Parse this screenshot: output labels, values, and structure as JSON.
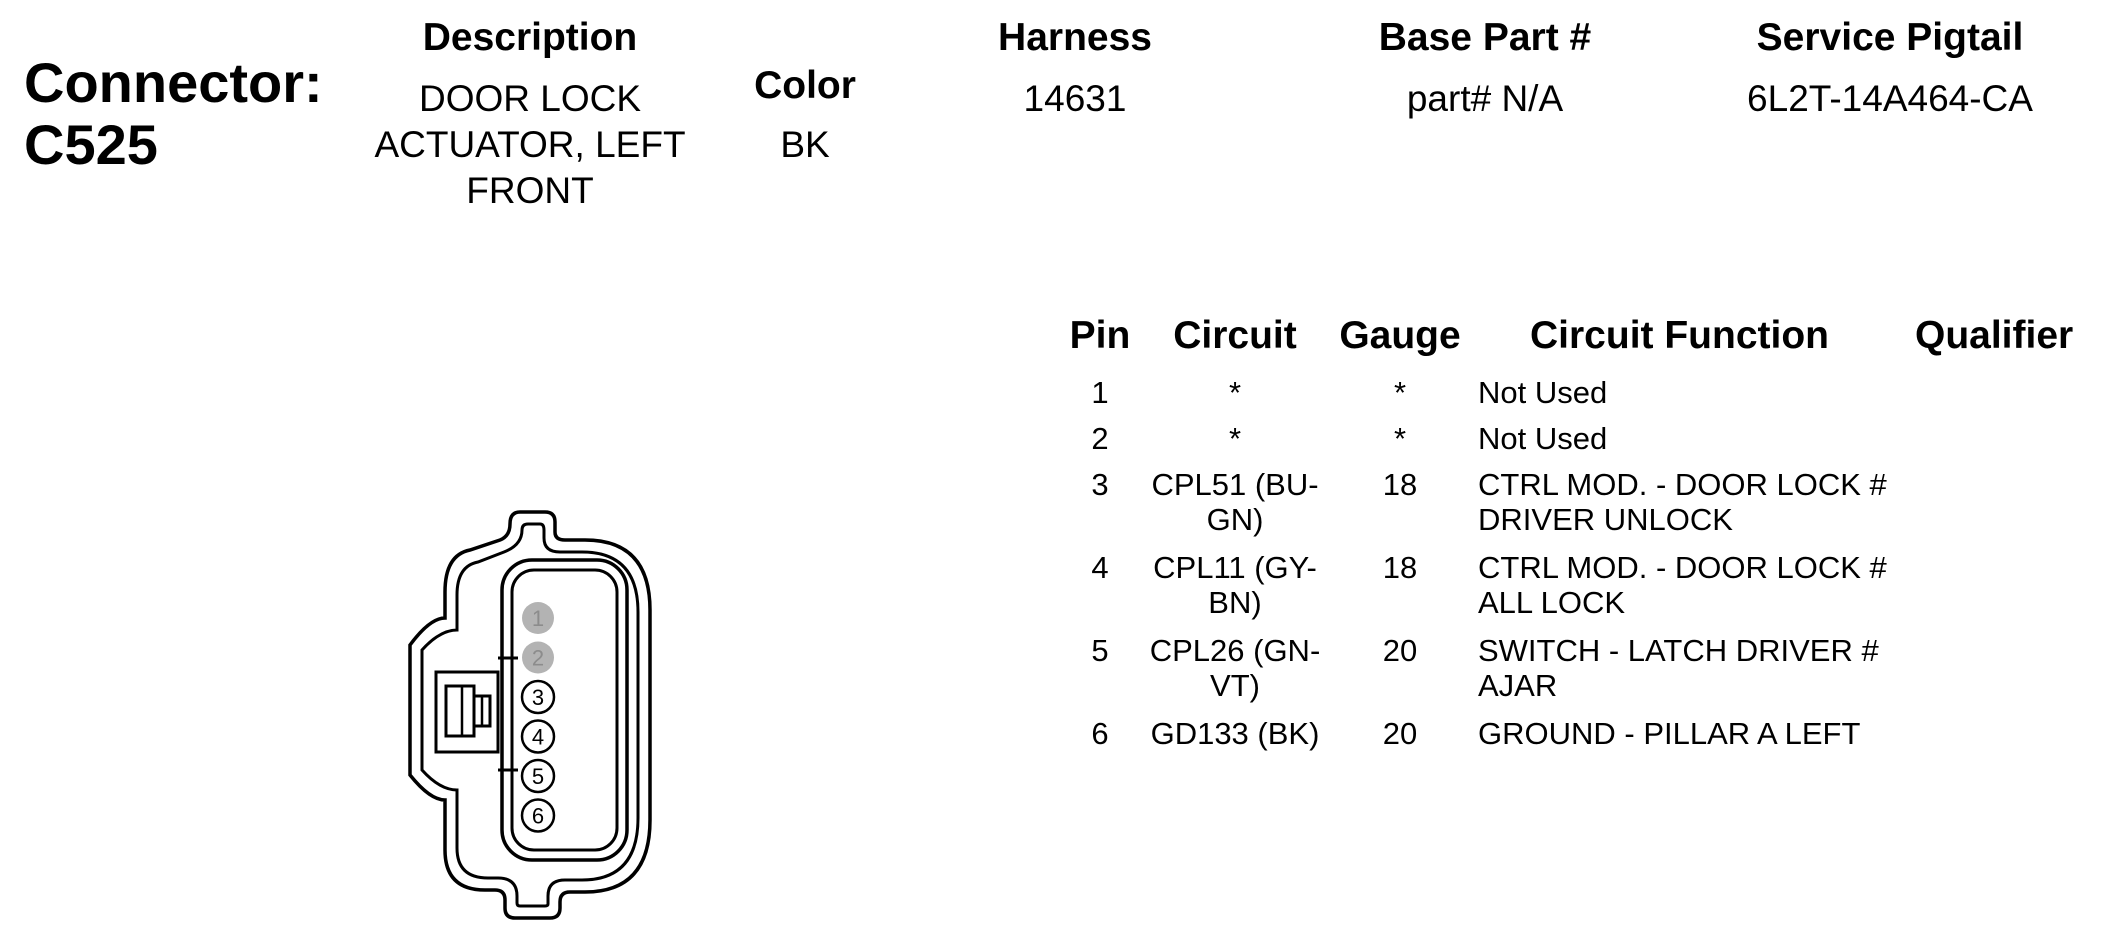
{
  "connector": {
    "label": "Connector:",
    "id": "C525"
  },
  "header": {
    "description_label": "Description",
    "description_lines": [
      "DOOR LOCK",
      "ACTUATOR, LEFT",
      "FRONT"
    ],
    "color_label": "Color",
    "color_value": "BK",
    "harness_label": "Harness",
    "harness_value": "14631",
    "base_part_label": "Base Part #",
    "base_part_value": "part# N/A",
    "pigtail_label": "Service Pigtail",
    "pigtail_value": "6L2T-14A464-CA"
  },
  "pin_table": {
    "columns": [
      "Pin",
      "Circuit",
      "Gauge",
      "Circuit Function",
      "Qualifier"
    ],
    "rows": [
      {
        "pin": "1",
        "circuit": [
          "*"
        ],
        "gauge": "*",
        "function": [
          "Not Used"
        ],
        "qualifier": ""
      },
      {
        "pin": "2",
        "circuit": [
          "*"
        ],
        "gauge": "*",
        "function": [
          "Not Used"
        ],
        "qualifier": ""
      },
      {
        "pin": "3",
        "circuit": [
          "CPL51 (BU-",
          "GN)"
        ],
        "gauge": "18",
        "function": [
          "CTRL MOD. - DOOR LOCK #",
          "DRIVER UNLOCK"
        ],
        "qualifier": ""
      },
      {
        "pin": "4",
        "circuit": [
          "CPL11 (GY-",
          "BN)"
        ],
        "gauge": "18",
        "function": [
          "CTRL MOD. - DOOR LOCK #",
          "ALL LOCK"
        ],
        "qualifier": ""
      },
      {
        "pin": "5",
        "circuit": [
          "CPL26 (GN-",
          "VT)"
        ],
        "gauge": "20",
        "function": [
          "SWITCH - LATCH DRIVER #",
          "AJAR"
        ],
        "qualifier": ""
      },
      {
        "pin": "6",
        "circuit": [
          "GD133 (BK)"
        ],
        "gauge": "20",
        "function": [
          "GROUND - PILLAR A LEFT"
        ],
        "qualifier": ""
      }
    ]
  },
  "diagram": {
    "pins": [
      {
        "label": "1",
        "used": false
      },
      {
        "label": "2",
        "used": false
      },
      {
        "label": "3",
        "used": true
      },
      {
        "label": "4",
        "used": true
      },
      {
        "label": "5",
        "used": true
      },
      {
        "label": "6",
        "used": true
      }
    ],
    "colors": {
      "unused_fill": "#b3b3b3",
      "unused_text": "#8c8c8c",
      "line": "#000000"
    }
  }
}
